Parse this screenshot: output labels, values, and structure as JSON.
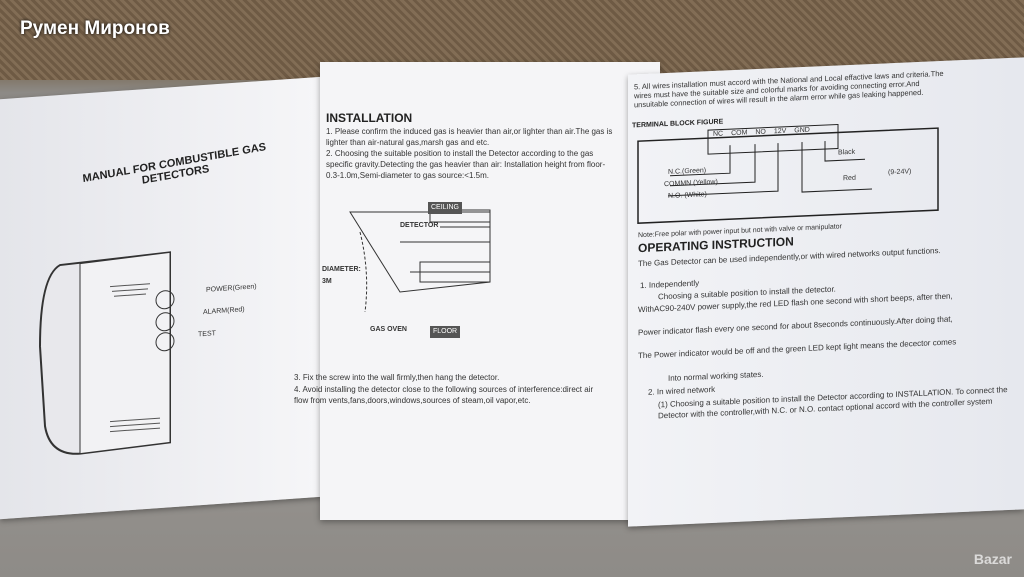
{
  "watermark": "Румен Миронов",
  "site_logo": "Bazar",
  "left_page": {
    "title": "MANUAL FOR COMBUSTIBLE GAS DETECTORS",
    "labels": [
      "POWER(Green)",
      "ALARM(Red)",
      "TEST"
    ]
  },
  "middle_page": {
    "heading": "INSTALLATION",
    "paragraphs": [
      "1. Please confirm the induced gas is heavier than air,or lighter than air.The gas is lighter than air-natural gas,marsh gas and etc.",
      "2. Choosing the suitable position to install the Detector according to the gas specific gravity.Detecting the gas heavier than air: Installation height from floor-0.3-1.0m,Semi-diameter to gas source:<1.5m."
    ],
    "figure": {
      "ceiling": "CEILING",
      "floor": "FLOOR",
      "detector": "DETECTOR",
      "diameter": "DIAMETER: 3M",
      "gas_oven": "GAS OVEN"
    },
    "paragraphs2": [
      "3. Fix the screw into the wall firmly,then hang the detector.",
      "4. Avoid installing the detector close to the following sources of interference:direct air flow from vents,fans,doors,windows,sources of steam,oil vapor,etc."
    ]
  },
  "right_page": {
    "intro": "5. All wires installation must accord with the National and Local effactive laws and criteria.The wires must have the suitable size and colorful marks for avoiding connecting error.And unsuitable connection of wires will result in the alarm error while gas leaking happened.",
    "terminal_title": "TERMINAL BLOCK FIGURE",
    "terminals": [
      "NC",
      "COM",
      "NO",
      "12V",
      "GND"
    ],
    "wires": [
      "N.C.(Green)",
      "COMMN (Yellow)",
      "N.O. (White)",
      "Black",
      "Red",
      "(9-24V)"
    ],
    "note": "Note:Free polar with power input but not with valve or manipulator",
    "heading": "OPERATING INSTRUCTION",
    "lines": [
      "The Gas Detector can be used independently,or with wired networks output functions.",
      "1. Independently",
      "Choosing a suitable position to install the detector.",
      "WithAC90-240V power supply,the red LED flash one second with short beeps, after then,",
      "Power indicator flash every one second for about 8seconds continuously.After doing that,",
      "The Power indicator would be off and the green LED kept light means the decector comes",
      "Into normal working states.",
      "2. In wired network",
      "(1) Choosing a suitable position to install the Detector according to INSTALLATION. To connect the Detector with the controller,with N.C. or N.O. contact optional accord with the controller system"
    ]
  }
}
